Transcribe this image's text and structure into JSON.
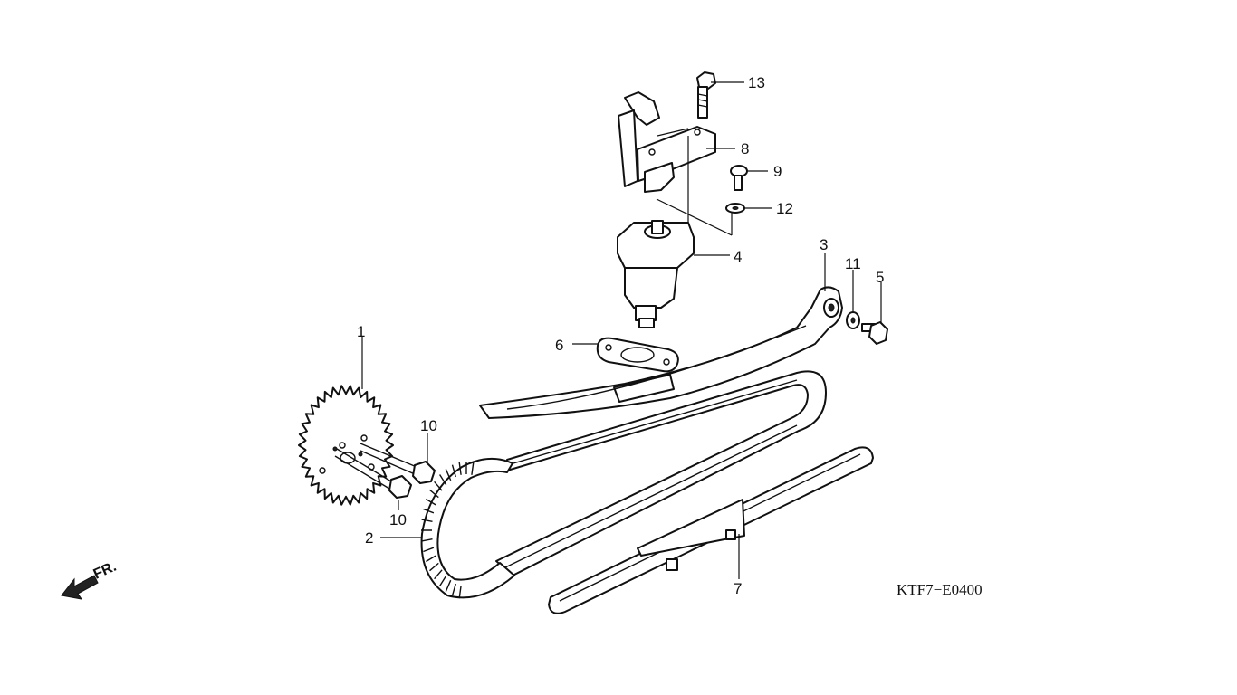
{
  "diagram": {
    "drawing_code": "KTF7−E0400",
    "direction_label": "FR.",
    "callouts": [
      {
        "id": "c1",
        "label": "1"
      },
      {
        "id": "c2",
        "label": "2"
      },
      {
        "id": "c3",
        "label": "3"
      },
      {
        "id": "c4",
        "label": "4"
      },
      {
        "id": "c5",
        "label": "5"
      },
      {
        "id": "c6",
        "label": "6"
      },
      {
        "id": "c7",
        "label": "7"
      },
      {
        "id": "c8",
        "label": "8"
      },
      {
        "id": "c9",
        "label": "9"
      },
      {
        "id": "c10a",
        "label": "10"
      },
      {
        "id": "c10b",
        "label": "10"
      },
      {
        "id": "c11",
        "label": "11"
      },
      {
        "id": "c12",
        "label": "12"
      },
      {
        "id": "c13",
        "label": "13"
      }
    ]
  }
}
